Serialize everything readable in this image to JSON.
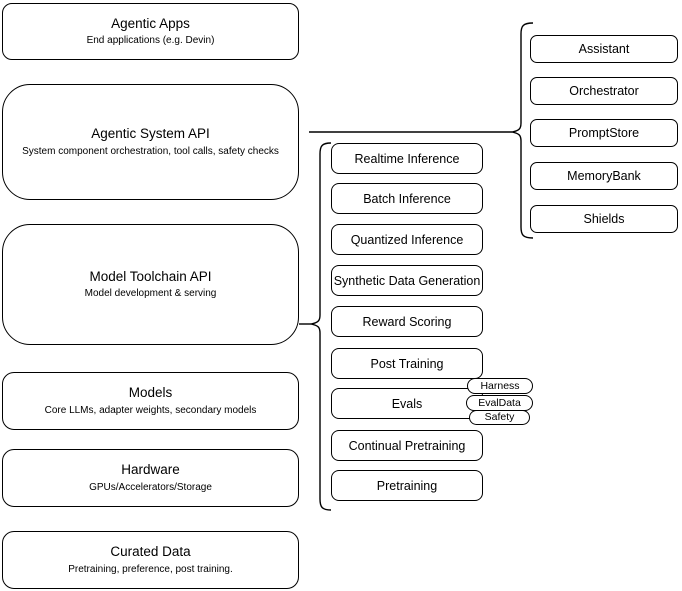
{
  "diagram": {
    "stack": [
      {
        "title": "Agentic Apps",
        "subtitle": "End applications (e.g. Devin)"
      },
      {
        "title": "Agentic System API",
        "subtitle": "System component orchestration, tool calls, safety checks"
      },
      {
        "title": "Model Toolchain API",
        "subtitle": "Model development & serving"
      },
      {
        "title": "Models",
        "subtitle": "Core LLMs, adapter weights, secondary models"
      },
      {
        "title": "Hardware",
        "subtitle": "GPUs/Accelerators/Storage"
      },
      {
        "title": "Curated Data",
        "subtitle": "Pretraining, preference, post training."
      }
    ],
    "toolchain_components": [
      "Realtime Inference",
      "Batch Inference",
      "Quantized Inference",
      "Synthetic Data Generation",
      "Reward Scoring",
      "Post Training",
      "Evals",
      "Continual Pretraining",
      "Pretraining"
    ],
    "eval_tags": [
      "Harness",
      "EvalData",
      "Safety"
    ],
    "system_components": [
      "Assistant",
      "Orchestrator",
      "PromptStore",
      "MemoryBank",
      "Shields"
    ],
    "colors": {
      "stroke": "#000000",
      "fill": "#ffffff",
      "text": "#000000"
    }
  }
}
